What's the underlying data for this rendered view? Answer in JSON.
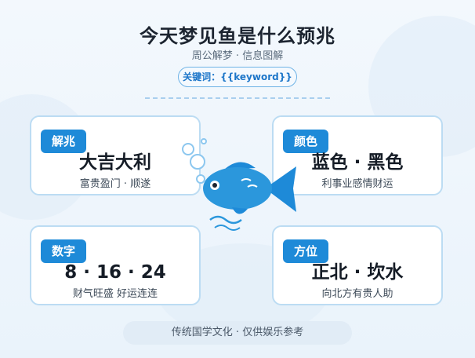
{
  "header": {
    "title": "今天梦见鱼是什么预兆",
    "subtitle": "周公解梦 · 信息图解",
    "keyword": "关键词：{{keyword}}"
  },
  "cards": {
    "omen": {
      "badge": "解兆",
      "main": "大吉大利",
      "sub": "富贵盈门 · 顺遂"
    },
    "color": {
      "badge": "颜色",
      "main": "蓝色 · 黑色",
      "sub": "利事业感情财运"
    },
    "number": {
      "badge": "数字",
      "main": "8 · 16 · 24",
      "sub": "财气旺盛 好运连连"
    },
    "direction": {
      "badge": "方位",
      "main": "正北 · 坎水",
      "sub": "向北方有贵人助"
    }
  },
  "footer": {
    "note": "传统国学文化 · 仅供娱乐参考"
  },
  "icons": {
    "center": "fish-icon",
    "decor": "bubble-icon"
  },
  "colors": {
    "accent": "#1e8ad8",
    "fish": "#2b97dc",
    "card_border": "#bcdcf3"
  }
}
